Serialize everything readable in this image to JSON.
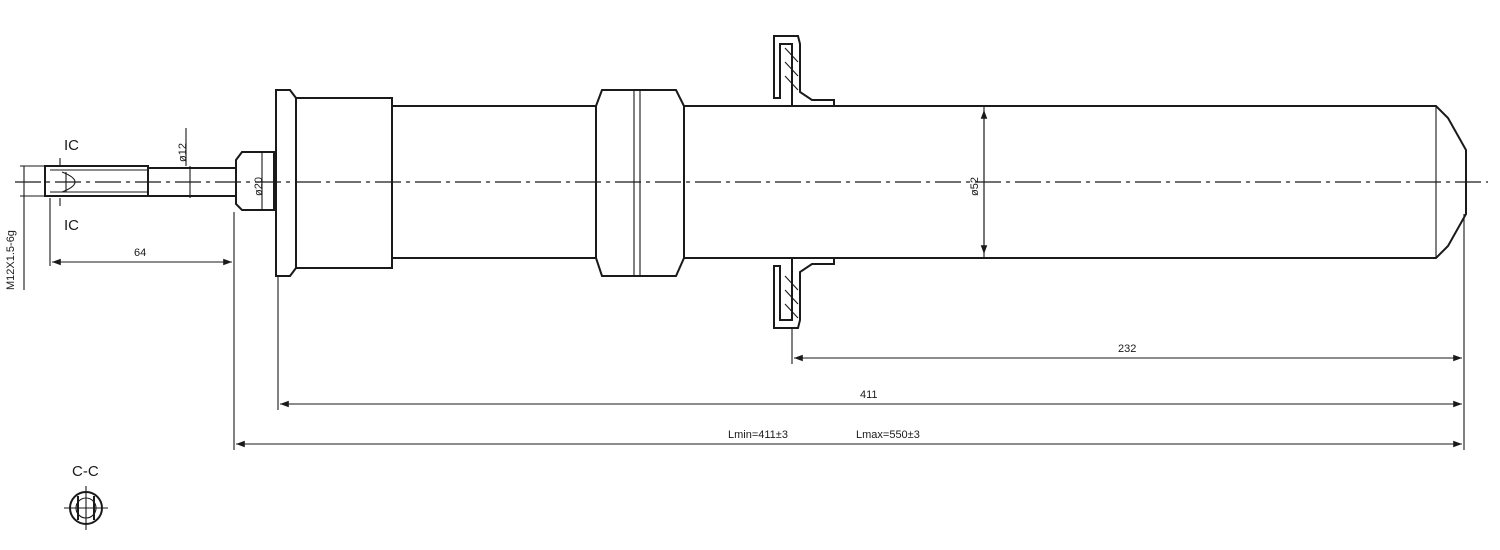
{
  "section_marks": {
    "top": "IC",
    "bottom": "IC"
  },
  "section_view": {
    "label": "C-C"
  },
  "dimensions": {
    "thread": "M12X1.5-6g",
    "rod_length": "64",
    "rod_diameter": "ø12",
    "shoulder_diameter": "ø20",
    "body_diameter": "ø52",
    "seat_to_end": "232",
    "body_length": "411",
    "length_min": "Lmin=411±3",
    "length_max": "Lmax=550±3"
  },
  "colors": {
    "line": "#1a1a1a",
    "background": "#ffffff"
  }
}
